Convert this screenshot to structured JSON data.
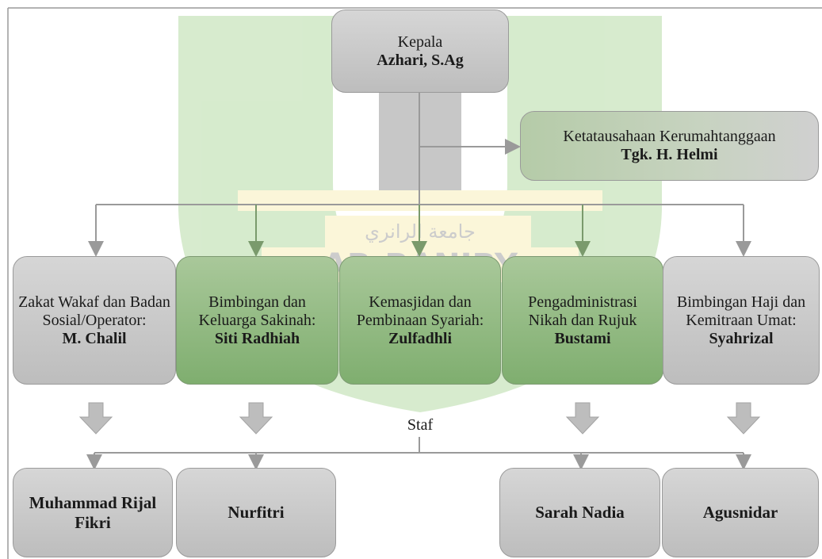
{
  "colors": {
    "box_gray": "#c8c8c8",
    "box_green": "#93bb82",
    "connector": "#9a9a9a",
    "watermark_green": "#6fb84f",
    "watermark_yellow": "#f2e27a"
  },
  "watermark": {
    "text_arabic": "جامعة الرانري",
    "text_latin": "AR-RANIRY"
  },
  "head": {
    "role": "Kepala",
    "name": "Azhari, S.Ag"
  },
  "admin": {
    "role": "Ketatausahaan Kerumahtanggaan",
    "name": "Tgk. H. Helmi"
  },
  "sections": [
    {
      "role": "Zakat Wakaf dan Badan Sosial/Operator:",
      "name": "M. Chalil"
    },
    {
      "role": "Bimbingan dan Keluarga Sakinah:",
      "name": "Siti Radhiah"
    },
    {
      "role": "Kemasjidan dan Pembinaan Syariah:",
      "name": "Zulfadhli"
    },
    {
      "role": "Pengadministrasi Nikah dan Rujuk",
      "name": "Bustami"
    },
    {
      "role": "Bimbingan Haji dan Kemitraan Umat:",
      "name": "Syahrizal"
    }
  ],
  "staff_label": "Staf",
  "staff": [
    {
      "name": "Muhammad Rijal Fikri"
    },
    {
      "name": "Nurfitri"
    },
    {
      "name": "Sarah Nadia"
    },
    {
      "name": "Agusnidar"
    }
  ]
}
